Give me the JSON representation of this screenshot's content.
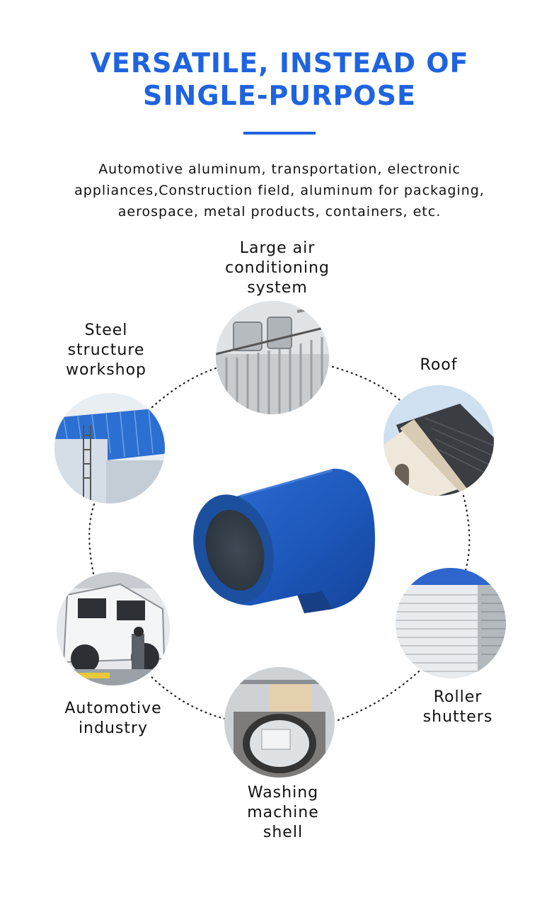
{
  "heading": {
    "line1": "VERSATILE, INSTEAD OF",
    "line2": "SINGLE-PURPOSE"
  },
  "description": {
    "line1": "Automotive aluminum, transportation, electronic",
    "line2": "appliances,Construction field, aluminum for packaging,",
    "line3": "aerospace, metal products, containers, etc."
  },
  "applications": {
    "air_conditioning": [
      "Large air",
      "conditioning",
      "system"
    ],
    "steel_structure": [
      "Steel",
      "structure",
      "workshop"
    ],
    "roof": [
      "Roof"
    ],
    "automotive": [
      "Automotive",
      "industry"
    ],
    "roller_shutters": [
      "Roller",
      "shutters"
    ],
    "washing_machine": [
      "Washing",
      "machine",
      "shell"
    ]
  },
  "colors": {
    "accent": "#1f63e0",
    "coil": "#1c56b8"
  }
}
